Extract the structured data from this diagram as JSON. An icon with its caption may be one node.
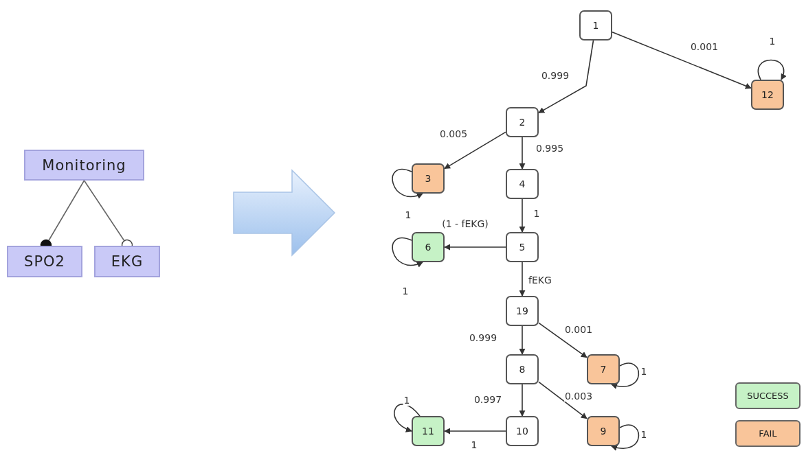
{
  "diagram": {
    "nodes": [
      {
        "text": [
          "Monitoring"
        ]
      },
      {
        "text": [
          "SPO2"
        ]
      },
      {
        "text": [
          "EKG"
        ]
      },
      {
        "text": [
          "1"
        ]
      },
      {
        "text": [
          "12"
        ]
      },
      {
        "text": [
          "2"
        ]
      },
      {
        "text": [
          "3"
        ]
      },
      {
        "text": [
          "4"
        ]
      },
      {
        "text": [
          "6"
        ]
      },
      {
        "text": [
          "5"
        ]
      },
      {
        "text": [
          "19"
        ]
      },
      {
        "text": [
          "7"
        ]
      },
      {
        "text": [
          "8"
        ]
      },
      {
        "text": [
          "9"
        ]
      },
      {
        "text": [
          "11"
        ]
      },
      {
        "text": [
          "10"
        ]
      }
    ],
    "edges": [
      {
        "from": 0,
        "to": 1,
        "arrow": "other"
      },
      {
        "from": 0,
        "to": 2,
        "arrow": "other"
      },
      {
        "from": 3,
        "to": 5,
        "arrow": "to",
        "label": "0.999"
      },
      {
        "from": 3,
        "to": 4,
        "arrow": "to",
        "label": "0.001"
      },
      {
        "from": 4,
        "to": 4,
        "arrow": "to",
        "label": "1"
      },
      {
        "from": 5,
        "to": 6,
        "arrow": "to",
        "label": "0.005"
      },
      {
        "from": 5,
        "to": 7,
        "arrow": "to",
        "label": "0.995"
      },
      {
        "from": 6,
        "to": 6,
        "arrow": "to",
        "label": "1"
      },
      {
        "from": 7,
        "to": 9,
        "arrow": "to",
        "label": "1"
      },
      {
        "from": 9,
        "to": 8,
        "arrow": "to",
        "label": "(1 - fEKG)"
      },
      {
        "from": 8,
        "to": 8,
        "arrow": "to",
        "label": "1"
      },
      {
        "from": 9,
        "to": 10,
        "arrow": "to",
        "label": "fEKG"
      },
      {
        "from": 10,
        "to": 12,
        "arrow": "to",
        "label": "0.999"
      },
      {
        "from": 10,
        "to": 11,
        "arrow": "to",
        "label": "0.001"
      },
      {
        "from": 11,
        "to": 11,
        "arrow": "to",
        "label": "1"
      },
      {
        "from": 12,
        "to": 15,
        "arrow": "to",
        "label": "0.997"
      },
      {
        "from": 12,
        "to": 13,
        "arrow": "to",
        "label": "0.003"
      },
      {
        "from": 13,
        "to": 13,
        "arrow": "to",
        "label": "1"
      },
      {
        "from": 15,
        "to": 14,
        "arrow": "to",
        "label": "1"
      },
      {
        "from": 14,
        "to": 14,
        "arrow": "to",
        "label": "1"
      }
    ],
    "legend": [
      {
        "text": "SUCCESS",
        "color": "#c6f2c6"
      },
      {
        "text": "FAIL",
        "color": "#f9c59a"
      }
    ]
  }
}
